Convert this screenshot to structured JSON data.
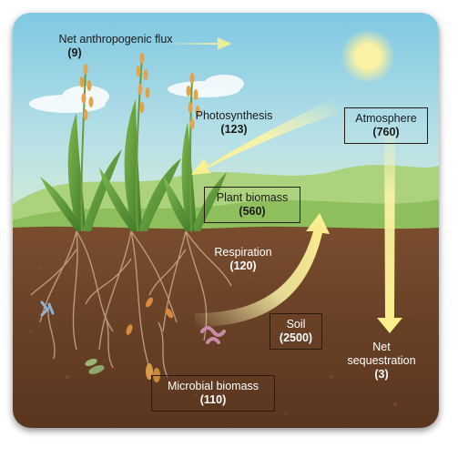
{
  "labels": {
    "net_flux": {
      "name": "Net anthropogenic flux",
      "value": "(9)"
    },
    "photosynthesis": {
      "name": "Photosynthesis",
      "value": "(123)"
    },
    "atmosphere": {
      "name": "Atmosphere",
      "value": "(760)"
    },
    "plant_biomass": {
      "name": "Plant biomass",
      "value": "(560)"
    },
    "respiration": {
      "name": "Respiration",
      "value": "(120)"
    },
    "soil": {
      "name": "Soil",
      "value": "(2500)"
    },
    "net_sequestration": {
      "name": "Net sequestration",
      "value": "(3)"
    },
    "microbial_biomass": {
      "name": "Microbial biomass",
      "value": "(110)"
    }
  },
  "colors": {
    "sky_top": "#86cde6",
    "sky_bottom": "#d4ecd8",
    "grass": "#9cc96a",
    "soil": "#6a4228",
    "arrow": "#f6f3a4",
    "sun": "#fbf2a6"
  }
}
